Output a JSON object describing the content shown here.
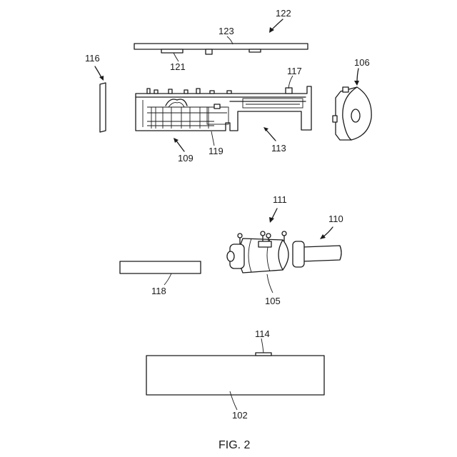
{
  "figure": {
    "caption": "FIG. 2",
    "labels": {
      "l122": "122",
      "l123": "123",
      "l121": "121",
      "l116": "116",
      "l106": "106",
      "l117": "117",
      "l109": "109",
      "l119": "119",
      "l113": "113",
      "l111": "111",
      "l110": "110",
      "l118": "118",
      "l105": "105",
      "l114": "114",
      "l102": "102"
    }
  }
}
